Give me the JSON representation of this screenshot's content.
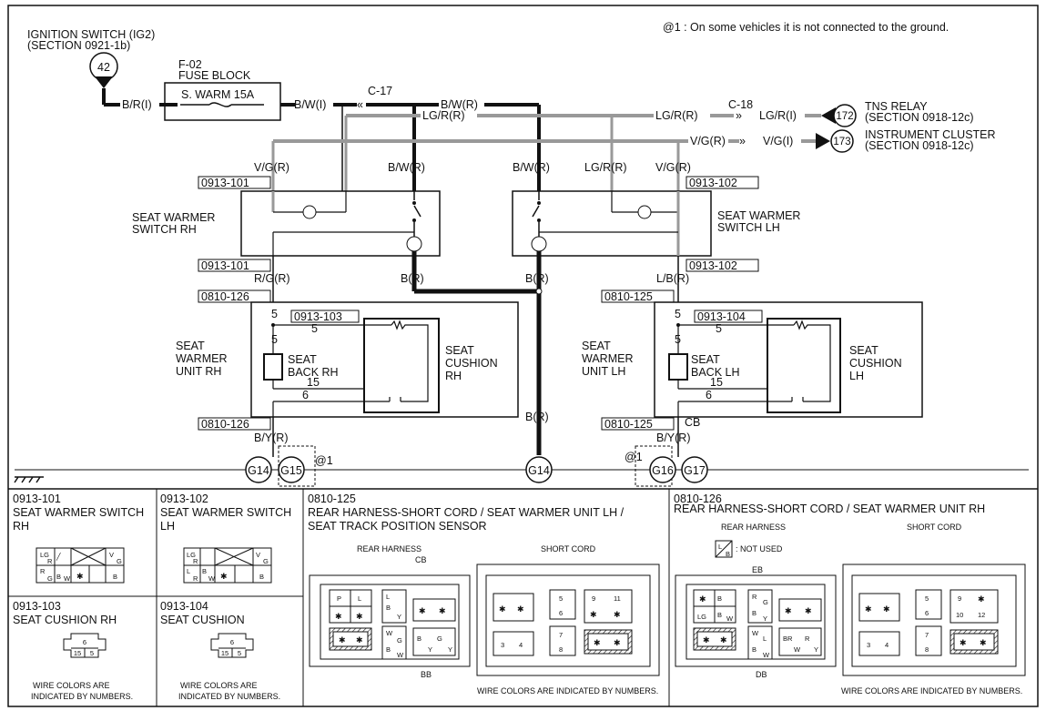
{
  "note": "@1 : On some vehicles it is not connected to the ground.",
  "ignition": {
    "title": "IGNITION SWITCH (IG2)",
    "section": "(SECTION 0921-1b)",
    "circle": "42"
  },
  "fuse": {
    "id": "F-02",
    "name": "FUSE BLOCK",
    "label": "S. WARM 15A"
  },
  "wires": {
    "br_i": "B/R(I)",
    "bw_i": "B/W(I)",
    "bw_r": "B/W(R)",
    "lgr_r": "LG/R(R)",
    "lgr_i": "LG/R(I)",
    "vg_r": "V/G(R)",
    "vg_i": "V/G(I)",
    "rg_r": "R/G(R)",
    "b_r": "B(R)",
    "lb_r": "L/B(R)",
    "by_r": "B/Y(R)",
    "cb": "CB"
  },
  "connectors": {
    "c17": "C-17",
    "c18": "C-18",
    "c101": "0913-101",
    "c102": "0913-102",
    "c126": "0810-126",
    "c125": "0810-125",
    "c103": "0913-103",
    "c104": "0913-104"
  },
  "tns": {
    "circle": "172",
    "title": "TNS RELAY",
    "section": "(SECTION 0918-12c)"
  },
  "cluster": {
    "circle": "173",
    "title": "INSTRUMENT CLUSTER",
    "section": "(SECTION 0918-12c)"
  },
  "switch_rh": [
    "SEAT WARMER",
    "SWITCH RH"
  ],
  "switch_lh": [
    "SEAT WARMER",
    "SWITCH LH"
  ],
  "unit_rh": [
    "SEAT",
    "WARMER",
    "UNIT RH"
  ],
  "unit_lh": [
    "SEAT",
    "WARMER",
    "UNIT LH"
  ],
  "back_rh": [
    "SEAT",
    "BACK RH"
  ],
  "back_lh": [
    "SEAT",
    "BACK LH"
  ],
  "cushion_rh": [
    "SEAT",
    "CUSHION",
    "RH"
  ],
  "cushion_lh": [
    "SEAT",
    "CUSHION",
    "LH"
  ],
  "pins": {
    "p5": "5",
    "p15": "15",
    "p6": "6"
  },
  "grounds": {
    "g14": "G14",
    "g15": "G15",
    "g16": "G16",
    "g17": "G17",
    "at1": "@1"
  },
  "panels": {
    "p101": {
      "id": "0913-101",
      "name": [
        "SEAT WARMER SWITCH",
        "RH"
      ]
    },
    "p102": {
      "id": "0913-102",
      "name": [
        "SEAT WARMER SWITCH",
        "LH"
      ]
    },
    "p103": {
      "id": "0913-103",
      "name": [
        "SEAT CUSHION RH"
      ]
    },
    "p104": {
      "id": "0913-104",
      "name": [
        "SEAT CUSHION"
      ]
    },
    "p125": {
      "id": "0810-125",
      "name": [
        "REAR HARNESS-SHORT CORD / SEAT WARMER UNIT LH /",
        "SEAT TRACK POSITION SENSOR"
      ]
    },
    "p126": {
      "id": "0810-126",
      "name": [
        "REAR HARNESS-SHORT CORD / SEAT WARMER UNIT RH"
      ]
    },
    "rear_harness": "REAR HARNESS",
    "short_cord": "SHORT CORD",
    "wire_colors": "WIRE COLORS ARE INDICATED BY NUMBERS.",
    "wire_colors_a": "WIRE COLORS ARE",
    "wire_colors_b": "INDICATED BY NUMBERS.",
    "not_used": ": NOT USED",
    "cb": "CB",
    "bb": "BB",
    "eb": "EB",
    "db": "DB"
  }
}
